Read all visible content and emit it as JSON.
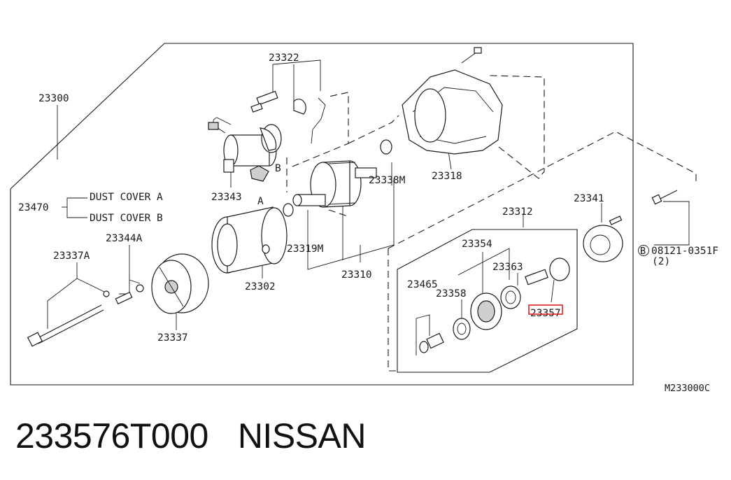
{
  "diagram": {
    "labels": {
      "p23300": "23300",
      "p23322": "23322",
      "p23343": "23343",
      "p23338m": "23338M",
      "p23318": "23318",
      "p23470": "23470",
      "dust_cover_a": "DUST COVER A",
      "dust_cover_b": "DUST COVER B",
      "p23344a": "23344A",
      "p23337a": "23337A",
      "p23319m": "23319M",
      "p23302": "23302",
      "p23310": "23310",
      "p23337": "23337",
      "p23312": "23312",
      "p23341": "23341",
      "p23354": "23354",
      "p23363": "23363",
      "p23465": "23465",
      "p23358": "23358",
      "p23357": "23357",
      "bolt_part": "08121-0351F",
      "bolt_qty": "(2)",
      "bolt_circle": "B",
      "marker_a": "A",
      "marker_b": "B",
      "figure_code": "M233000C"
    },
    "highlight_color": "#e02020"
  },
  "caption": {
    "part_number": "233576T000",
    "brand": "NISSAN"
  }
}
